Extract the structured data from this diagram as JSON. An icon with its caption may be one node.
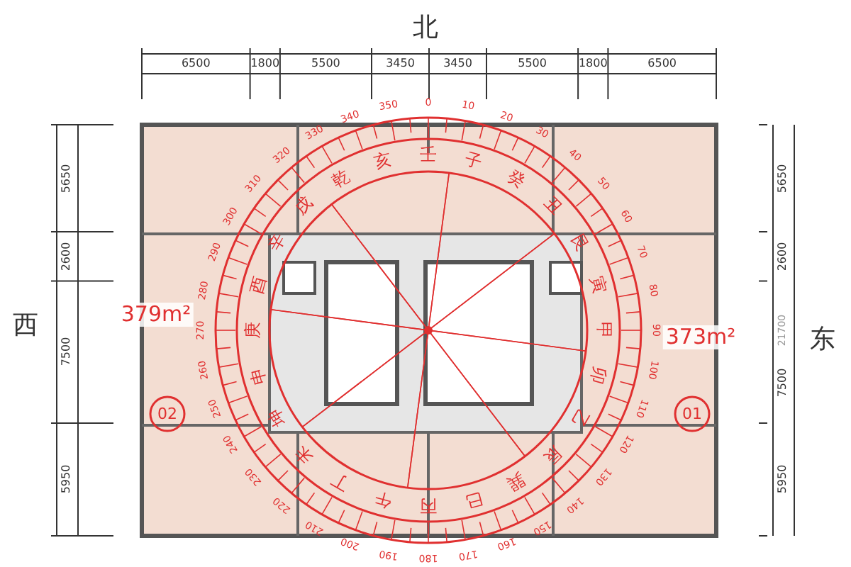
{
  "diagram": {
    "labels": [
      "北",
      "西",
      "东",
      "6500",
      "1800",
      "5500",
      "3450",
      "3450",
      "5500",
      "1800",
      "6500",
      "5650",
      "2600",
      "7500",
      "5950",
      "5650",
      "2600",
      "7500",
      "5950",
      "21700",
      "379m²",
      "373m²",
      "02",
      "01",
      "子",
      "癸",
      "丑",
      "艮",
      "寅",
      "甲",
      "卯",
      "乙",
      "辰",
      "巽",
      "巳",
      "丙",
      "午",
      "丁",
      "未",
      "坤",
      "申",
      "庚",
      "酉",
      "辛",
      "戌",
      "乾",
      "亥",
      "壬",
      "0",
      "10",
      "20",
      "30",
      "40",
      "50",
      "60",
      "70",
      "80",
      "90",
      "100",
      "110",
      "120",
      "130",
      "140",
      "150",
      "160",
      "170",
      "180",
      "190",
      "200",
      "210",
      "220",
      "230",
      "240",
      "250",
      "260",
      "270",
      "280",
      "290",
      "300",
      "310",
      "320",
      "330",
      "340",
      "350"
    ]
  }
}
